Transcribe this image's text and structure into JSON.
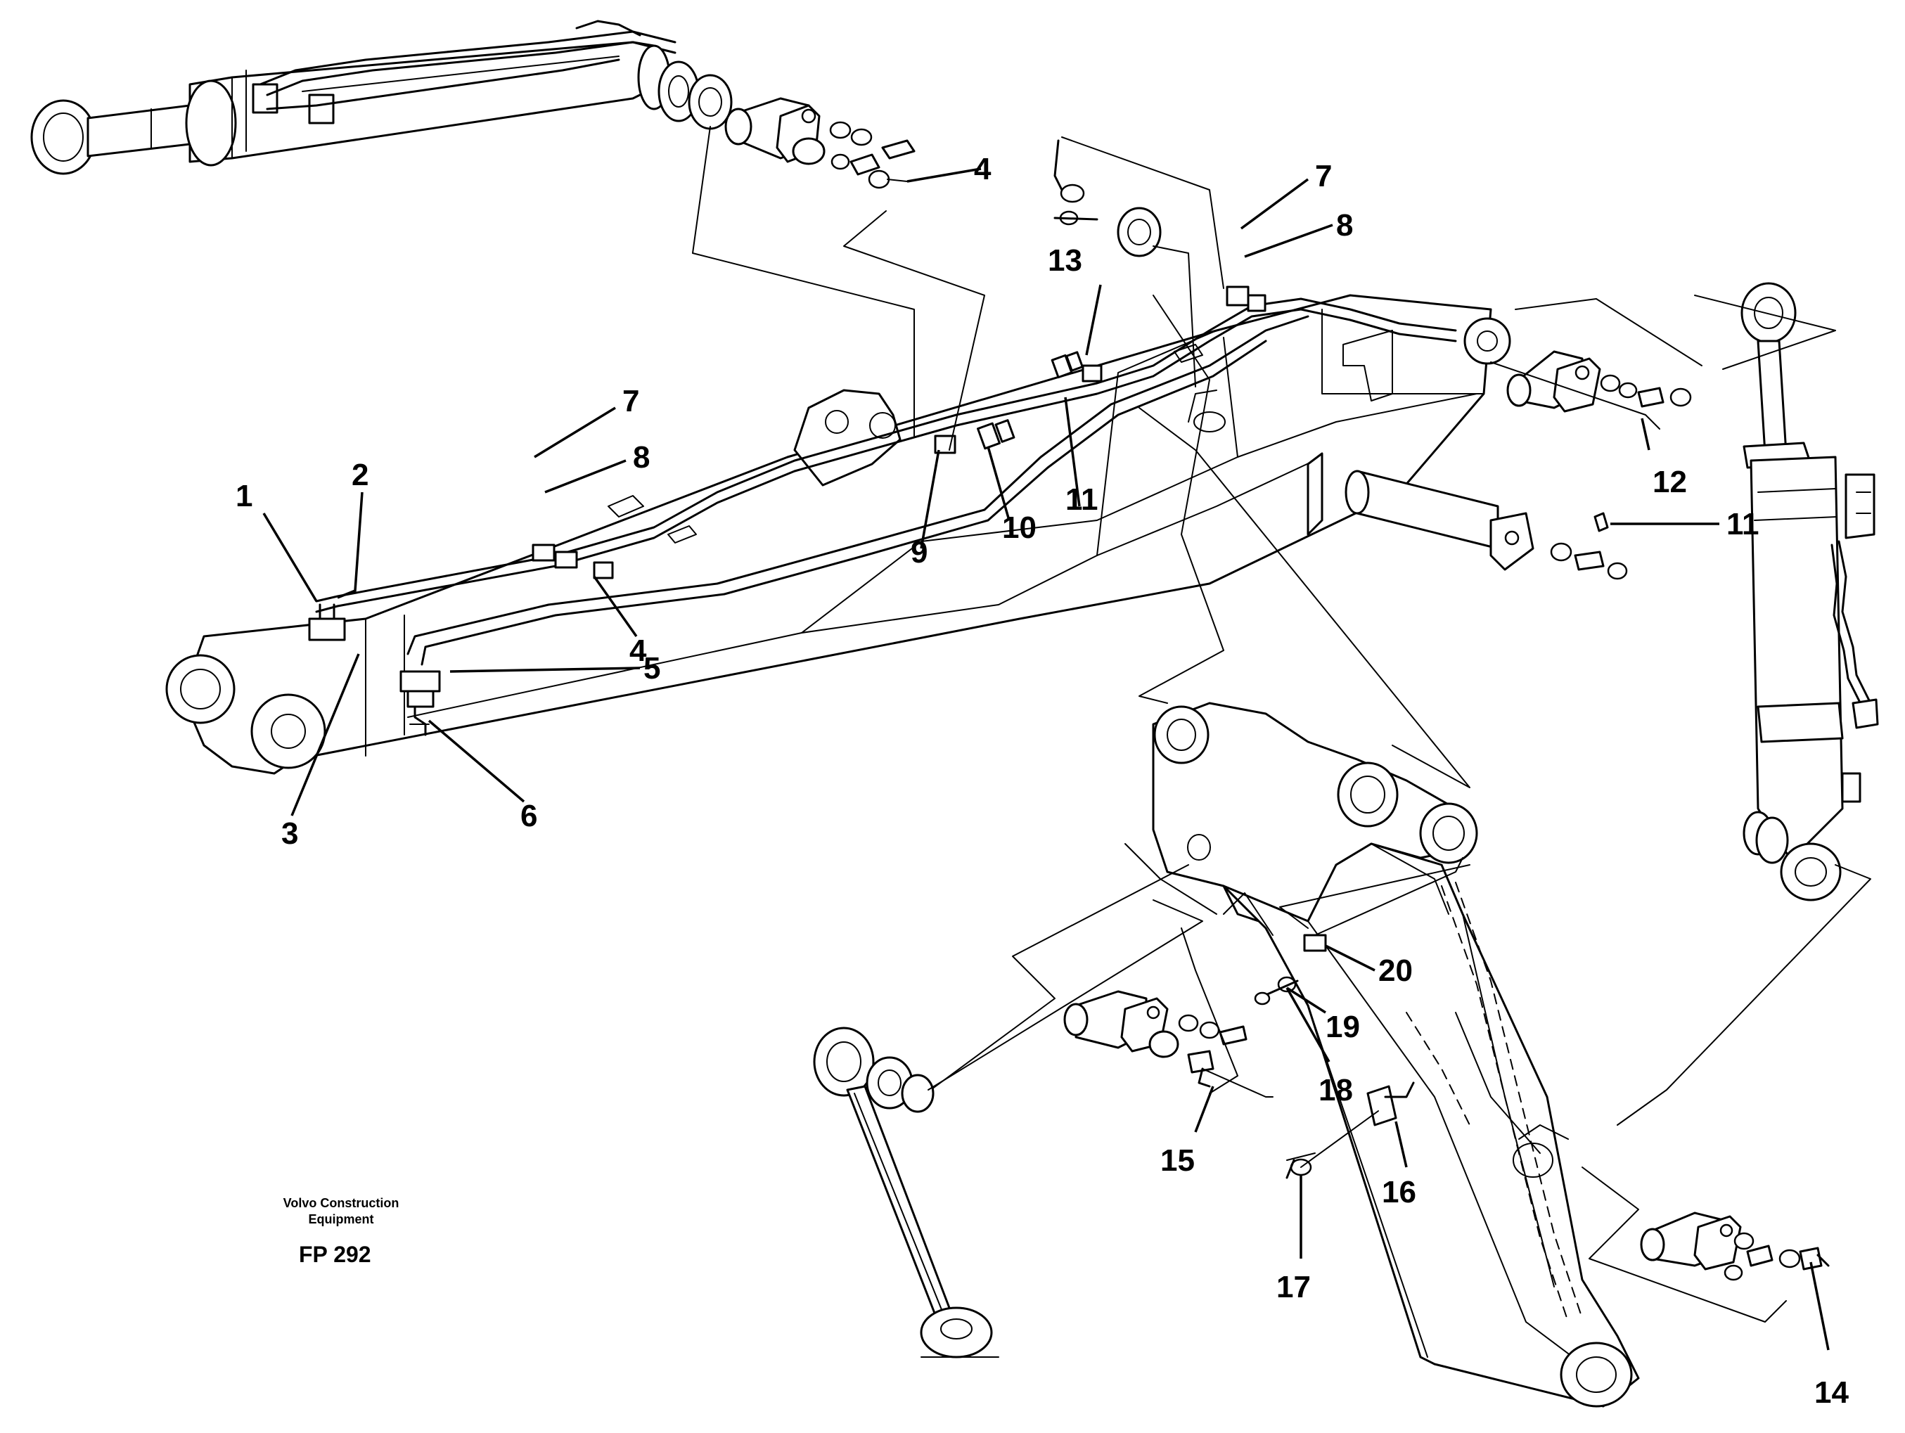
{
  "footer": {
    "brand_line1": "Volvo Construction",
    "brand_line2": "Equipment",
    "figure_code": "FP 292"
  },
  "callouts": [
    {
      "id": "c1",
      "label": "1"
    },
    {
      "id": "c2",
      "label": "2"
    },
    {
      "id": "c3",
      "label": "3"
    },
    {
      "id": "c4a",
      "label": "4"
    },
    {
      "id": "c4b",
      "label": "4"
    },
    {
      "id": "c5",
      "label": "5"
    },
    {
      "id": "c6",
      "label": "6"
    },
    {
      "id": "c7a",
      "label": "7"
    },
    {
      "id": "c7b",
      "label": "7"
    },
    {
      "id": "c8a",
      "label": "8"
    },
    {
      "id": "c8b",
      "label": "8"
    },
    {
      "id": "c9",
      "label": "9"
    },
    {
      "id": "c10",
      "label": "10"
    },
    {
      "id": "c11a",
      "label": "11"
    },
    {
      "id": "c11b",
      "label": "11"
    },
    {
      "id": "c12",
      "label": "12"
    },
    {
      "id": "c13",
      "label": "13"
    },
    {
      "id": "c14",
      "label": "14"
    },
    {
      "id": "c15",
      "label": "15"
    },
    {
      "id": "c16",
      "label": "16"
    },
    {
      "id": "c17",
      "label": "17"
    },
    {
      "id": "c18",
      "label": "18"
    },
    {
      "id": "c19",
      "label": "19"
    },
    {
      "id": "c20",
      "label": "20"
    }
  ]
}
